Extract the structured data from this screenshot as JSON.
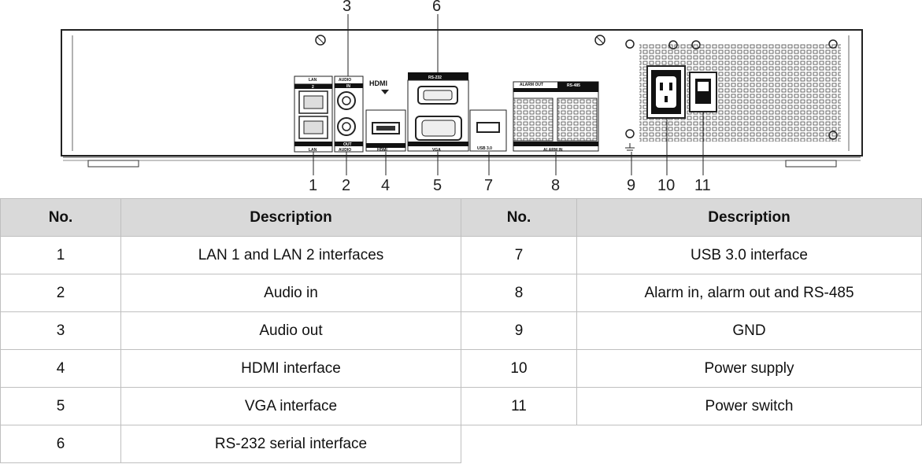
{
  "diagram": {
    "callouts_top": [
      "3",
      "6"
    ],
    "callouts_bottom": [
      "1",
      "2",
      "4",
      "5",
      "7",
      "8",
      "9",
      "10",
      "11"
    ],
    "panel_labels": {
      "lan_top": "LAN",
      "lan_top_num": "2",
      "lan_bottom": "LAN",
      "audio_top": "AUDIO",
      "audio_in": "IN",
      "audio_out": "OUT",
      "audio_bottom": "AUDIO",
      "hdmi_logo": "HDMI",
      "hdmi_bottom": "HDMI",
      "rs232": "RS-232",
      "vga": "VGA",
      "usb": "USB 3.0",
      "alarm_out": "ALARM OUT",
      "rs485": "RS-485",
      "alarm_in": "ALARM IN"
    }
  },
  "table": {
    "headers": [
      "No.",
      "Description",
      "No.",
      "Description"
    ],
    "left_rows": [
      {
        "no": "1",
        "desc": "LAN 1 and LAN 2 interfaces"
      },
      {
        "no": "2",
        "desc": "Audio in"
      },
      {
        "no": "3",
        "desc": "Audio out"
      },
      {
        "no": "4",
        "desc": "HDMI interface"
      },
      {
        "no": "5",
        "desc": "VGA interface"
      },
      {
        "no": "6",
        "desc": "RS-232 serial interface"
      }
    ],
    "right_rows": [
      {
        "no": "7",
        "desc": "USB 3.0 interface"
      },
      {
        "no": "8",
        "desc": "Alarm in, alarm out and RS-485"
      },
      {
        "no": "9",
        "desc": "GND"
      },
      {
        "no": "10",
        "desc": "Power supply"
      },
      {
        "no": "11",
        "desc": "Power switch"
      }
    ]
  }
}
